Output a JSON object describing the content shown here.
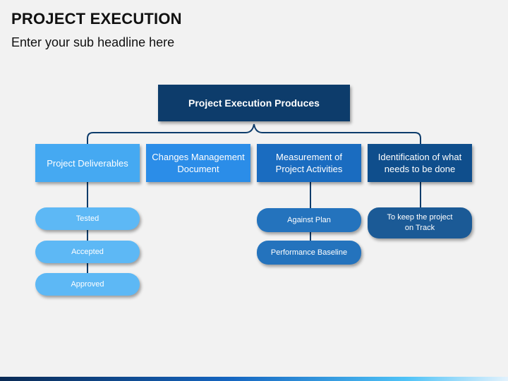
{
  "header": {
    "title": "PROJECT EXECUTION",
    "subtitle": "Enter your sub headline here"
  },
  "diagram": {
    "root": "Project Execution Produces",
    "categories": [
      {
        "label": "Project Deliverables",
        "color": "#45a9f2"
      },
      {
        "label": "Changes Management Document",
        "color": "#2b8de8"
      },
      {
        "label": "Measurement of Project Activities",
        "color": "#1a6cc0"
      },
      {
        "label": "Identification of what needs to be done",
        "color": "#0f4e8c"
      }
    ],
    "deliverables": [
      "Tested",
      "Accepted",
      "Approved"
    ],
    "measurements": [
      "Against Plan",
      "Performance Baseline"
    ],
    "identification": [
      "To keep the project on Track"
    ],
    "colors": {
      "root": "#0d3c6b",
      "deliverable_pill": "#5db8f5",
      "measurement_pill": "#2473bd",
      "identification_pill": "#1b5a96",
      "connector": "#0d3c6b"
    }
  }
}
